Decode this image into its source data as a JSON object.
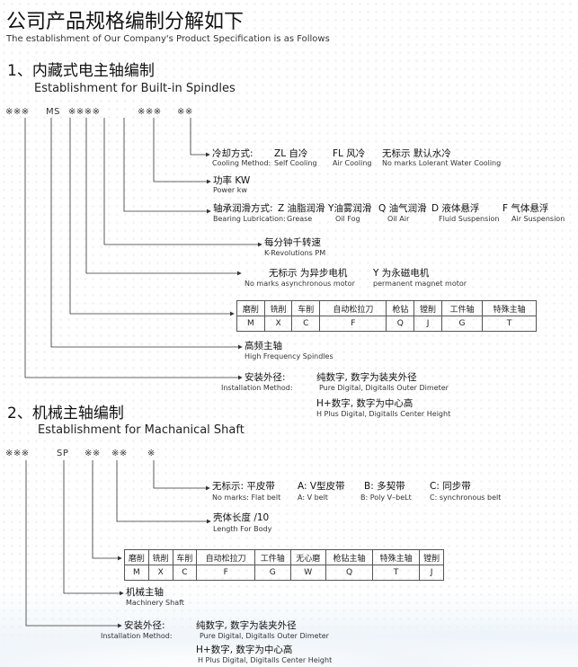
{
  "header": {
    "title": "公司产品规格编制分解如下",
    "subtitle": "The establishment of Our Company's Product Specification is as Follows"
  },
  "section1": {
    "title": "1、内藏式电主轴编制",
    "title_en": "Establishment for Built-in Spindles",
    "code": [
      "※※※",
      "MS",
      "※※※※",
      "※※※",
      "※※"
    ],
    "cooling": {
      "label": "冷却方式:",
      "label_en": "Cooling Method:",
      "options": [
        {
          "zh": "ZL 自冷",
          "en": "Self Cooling"
        },
        {
          "zh": "FL 风冷",
          "en": "Air Cooling"
        },
        {
          "zh": "无标示  默认水冷",
          "en": "No marks  Lolerant Water Cooling"
        }
      ]
    },
    "power": {
      "zh": "功率 KW",
      "en": "Power  kw"
    },
    "lubrication": {
      "label": "轴承润滑方式:",
      "label_en": "Bearing Lubrication:",
      "options": [
        {
          "zh": "Z 油脂润滑",
          "en": "Grease"
        },
        {
          "zh": "Y油雾润滑",
          "en": "Oil Fog"
        },
        {
          "zh": "Q 油气润滑",
          "en": "Oil Air"
        },
        {
          "zh": "D 液体悬浮",
          "en": "Fluid  Suspension"
        },
        {
          "zh": "F 气体悬浮",
          "en": "Air Suspension"
        }
      ]
    },
    "speed": {
      "zh": "每分钟千转速",
      "en": "K-Revolutions PM"
    },
    "motor": {
      "zh1": "无标示 为异步电机",
      "zh2": "Y 为永磁电机",
      "en1": "No marks  asynchronous motor",
      "en2": "permanent magnet motor"
    },
    "table": {
      "headers": [
        "磨削",
        "铣削",
        "车削",
        "自动松拉刀",
        "枪钻",
        "镗削",
        "工件轴",
        "特殊主轴"
      ],
      "codes": [
        "M",
        "X",
        "C",
        "F",
        "Q",
        "J",
        "G",
        "T"
      ]
    },
    "freq": {
      "zh": "高频主轴",
      "en": "High Frequency Spindles"
    },
    "install": {
      "label": "安装外径:",
      "label_en": "Installation Method:",
      "opt1_zh": "纯数字,  数字为装夹外径",
      "opt1_en": "Pure Digital, Digitalls Outer Dimeter",
      "opt2_zh": "H+数字,  数字为中心高",
      "opt2_en": "H Plus Digital, Digitalls Center Height"
    }
  },
  "section2": {
    "title": "2、机械主轴编制",
    "title_en": "Establishment for Machanical Shaft",
    "code": [
      "※※※",
      "SP",
      "※※",
      "※※",
      "※"
    ],
    "belt": {
      "label": "无标示:  平皮带",
      "label_en": "No marks:   Flat belt",
      "options": [
        {
          "zh": "A: V型皮带",
          "en": "A: V belt"
        },
        {
          "zh": "B: 多契带",
          "en": "B: Poly V–beLt"
        },
        {
          "zh": "C: 同步带",
          "en": "C: synchronous belt"
        }
      ]
    },
    "length": {
      "zh": "壳体长度 /10",
      "en": "Length For Body"
    },
    "table": {
      "headers": [
        "磨削",
        "铣削",
        "车削",
        "自动松拉刀",
        "工件轴",
        "无心磨",
        "枪钻主轴",
        "特殊主轴",
        "镗削"
      ],
      "codes": [
        "M",
        "X",
        "C",
        "F",
        "G",
        "W",
        "Q",
        "T",
        "J"
      ]
    },
    "machinery": {
      "zh": "机械主轴",
      "en": "Machinery Shaft"
    },
    "install": {
      "label": "安装外径:",
      "label_en": "Installation Method:",
      "opt1_zh": "纯数字,  数字为装夹外径",
      "opt1_en": "Pure Digital, Digitalls Outer Dimeter",
      "opt2_zh": "H+数字,  数字为中心高",
      "opt2_en": "H Plus Digital, Digitalls Center Height"
    }
  }
}
